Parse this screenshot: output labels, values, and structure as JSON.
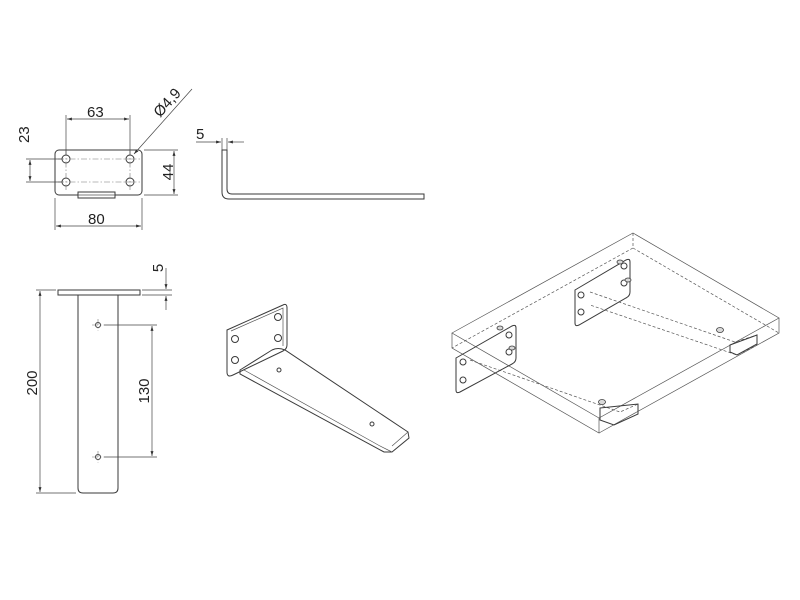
{
  "dimensions": {
    "top_width": "63",
    "hole_diameter": "Ø4,9",
    "left_height": "23",
    "right_height": "44",
    "bottom_width": "80",
    "thickness_side": "5",
    "thickness_front": "5",
    "length": "200",
    "hole_spacing": "130"
  },
  "colors": {
    "line": "#3a3a3a",
    "dimension": "#444444",
    "text": "#222222"
  }
}
